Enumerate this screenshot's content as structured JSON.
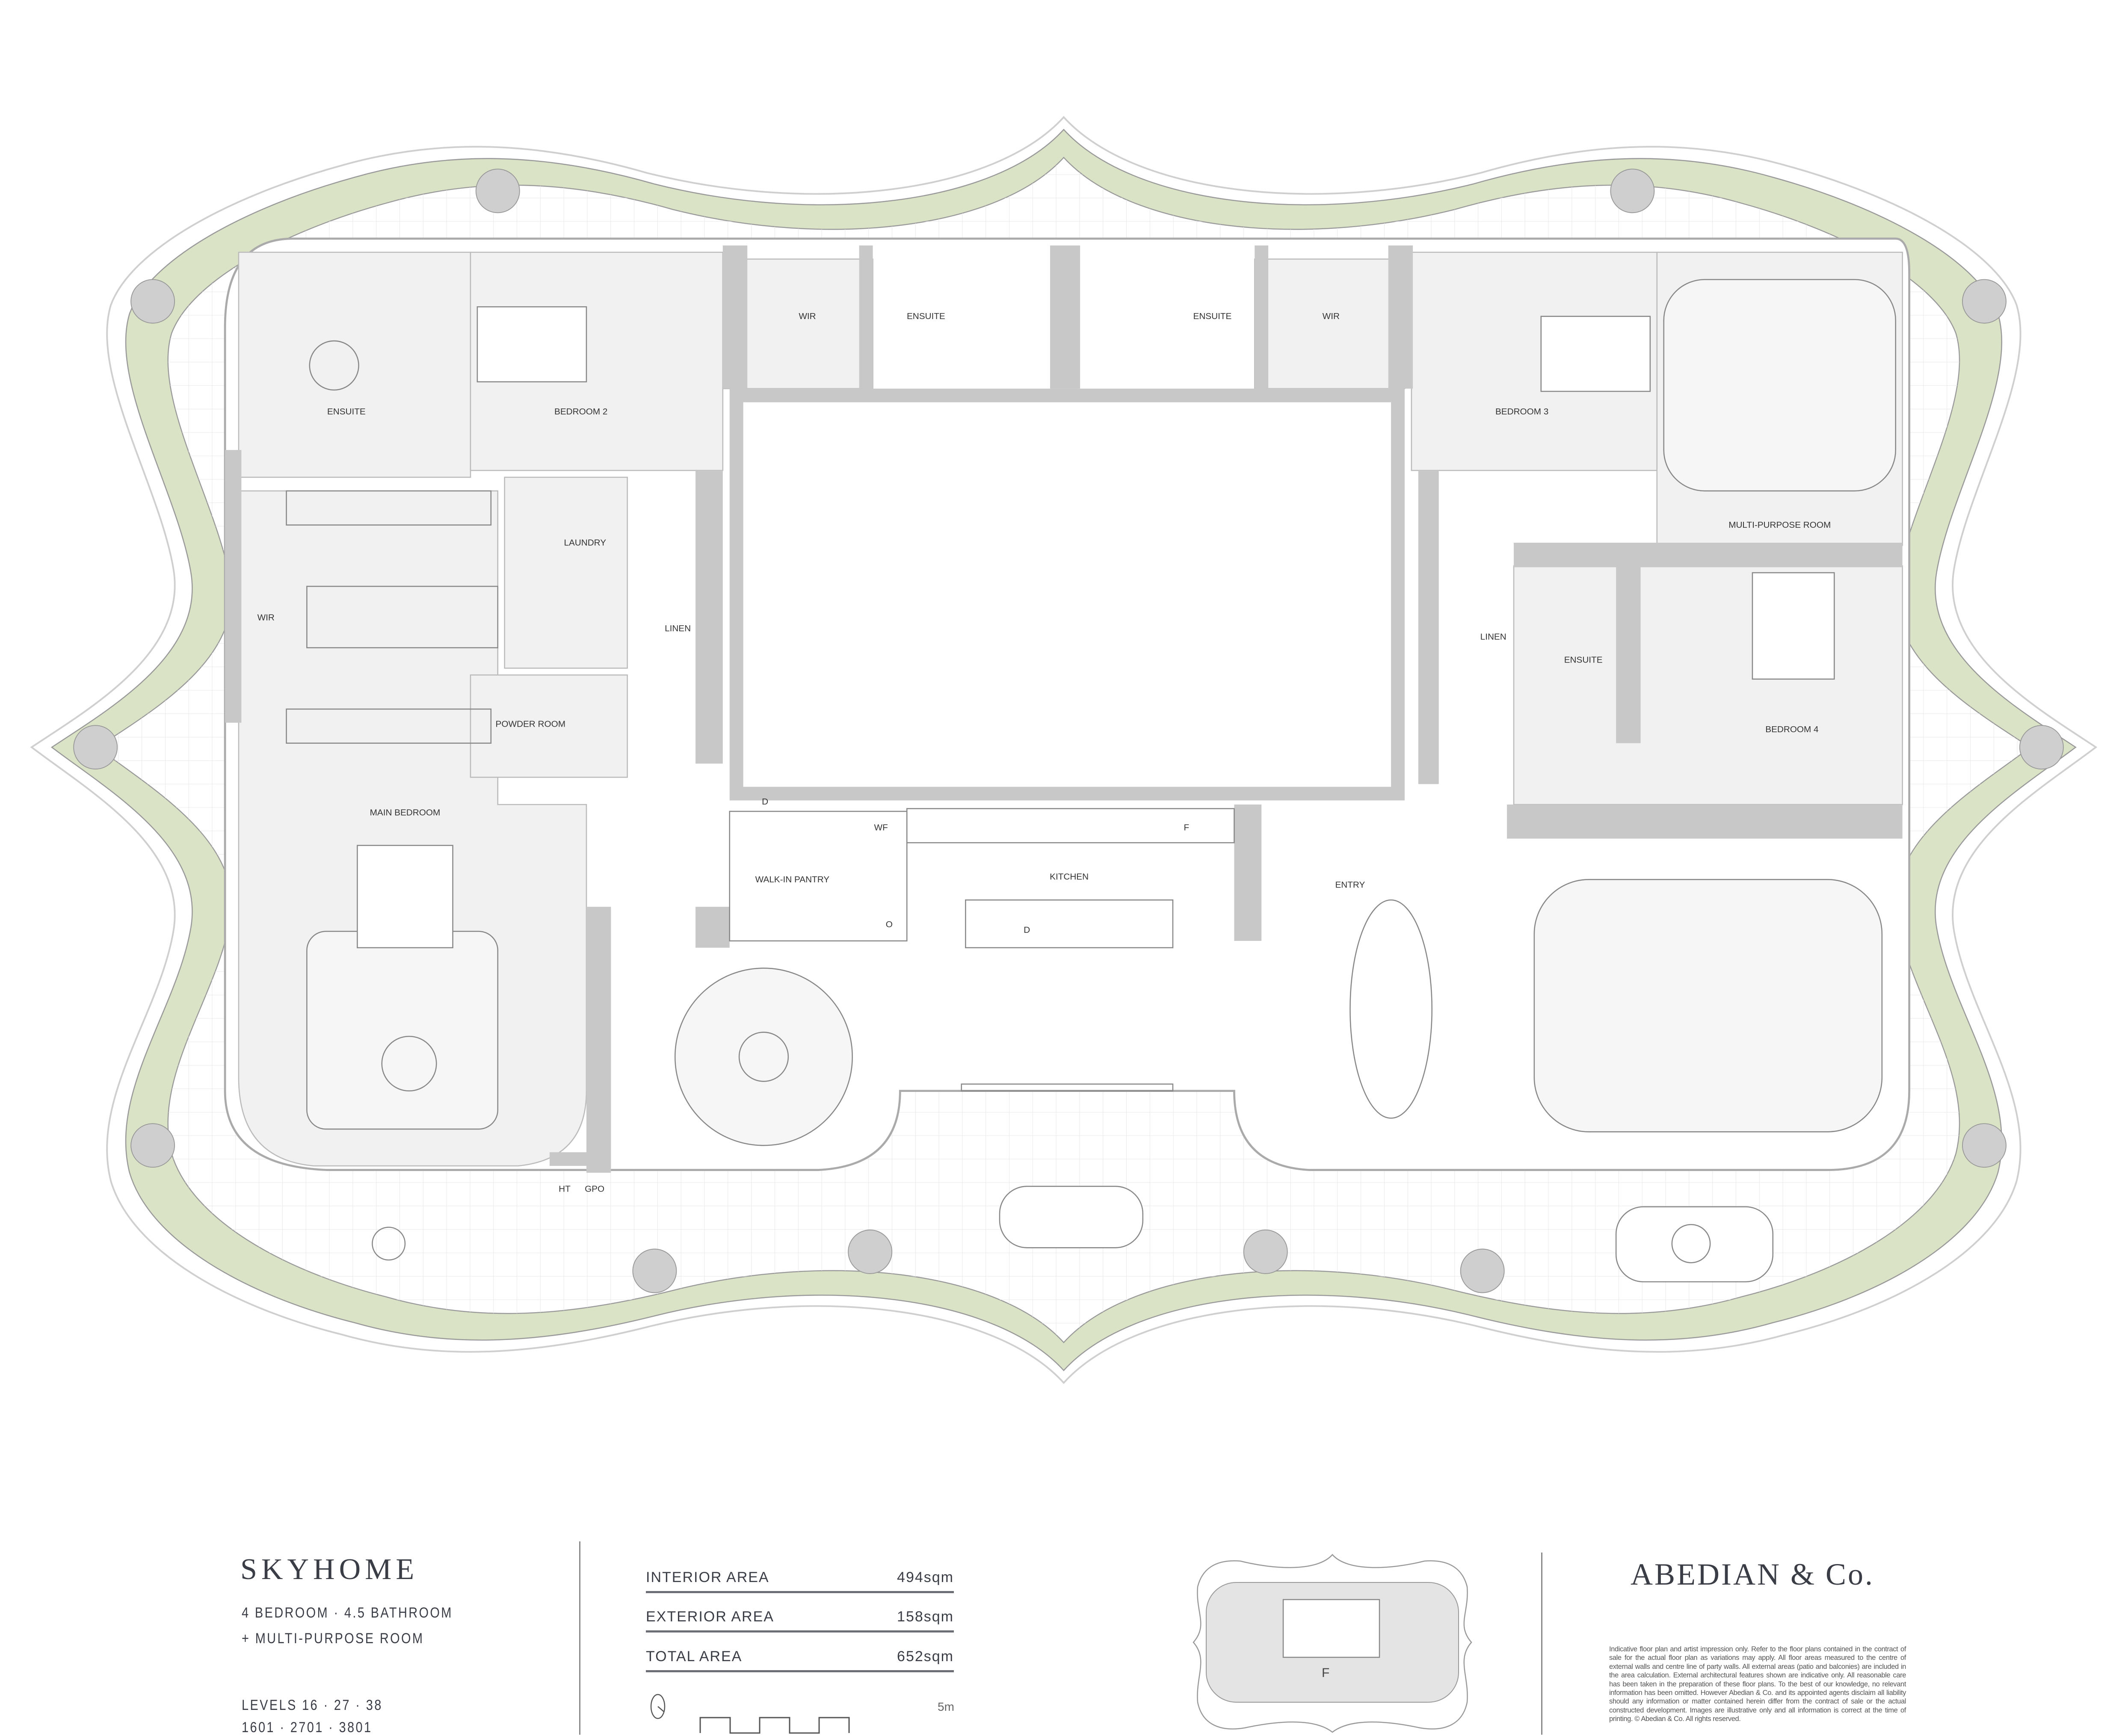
{
  "rooms": {
    "wir_top_left": "WIR",
    "ensuite_top_left": "ENSUITE",
    "ensuite_top_right": "ENSUITE",
    "wir_top_right": "WIR",
    "ensuite_main": "ENSUITE",
    "bedroom2": "BEDROOM 2",
    "bedroom3": "BEDROOM 3",
    "multi_purpose": "MULTI-PURPOSE ROOM",
    "laundry": "LAUNDRY",
    "wir_main": "WIR",
    "linen_left": "LINEN",
    "linen_right": "LINEN",
    "ensuite_bed4": "ENSUITE",
    "powder_room": "POWDER ROOM",
    "bedroom4": "BEDROOM 4",
    "main_bedroom": "MAIN BEDROOM",
    "wf": "WF",
    "fridge": "F",
    "walk_in_pantry": "WALK-IN PANTRY",
    "kitchen": "KITCHEN",
    "entry": "ENTRY",
    "dishwasher_pantry": "D",
    "dishwasher_kitchen": "D",
    "oven": "O",
    "ht": "HT",
    "gpo": "GPO"
  },
  "info": {
    "title": "SKYHOME",
    "config_line1": "4 BEDROOM · 4.5 BATHROOM",
    "config_line2": "+ MULTI-PURPOSE ROOM",
    "levels": "LEVELS  16 · 27 · 38",
    "units": "1601 · 2701 · 3801"
  },
  "areas": [
    {
      "label": "INTERIOR AREA",
      "value": "494sqm"
    },
    {
      "label": "EXTERIOR AREA",
      "value": "158sqm"
    },
    {
      "label": "TOTAL AREA",
      "value": "652sqm"
    }
  ],
  "scale_label": "5m",
  "keyplan_label": "F",
  "brand": "ABEDIAN & Co.",
  "disclaimer": "Indicative floor plan and artist impression only. Refer to the floor plans contained in the contract of sale for the actual floor plan as variations may apply. All floor areas measured to the centre of external walls and centre line of party walls. All external areas (patio and balconies) are included in the area calculation. External architectural features shown are indicative only. All reasonable care has been taken in the preparation of these floor plans. To the best of our knowledge, no relevant information has been omitted. However Abedian & Co. and its appointed agents disclaim all liability should any information or matter contained herein differ from the contract of sale or the actual constructed development. Images are illustrative only and all information is correct at the time of printing. © Abedian & Co. All rights reserved.",
  "colors": {
    "planter": "#dbe3c6",
    "wall": "#c8c8c8",
    "text": "#3a3d45"
  }
}
